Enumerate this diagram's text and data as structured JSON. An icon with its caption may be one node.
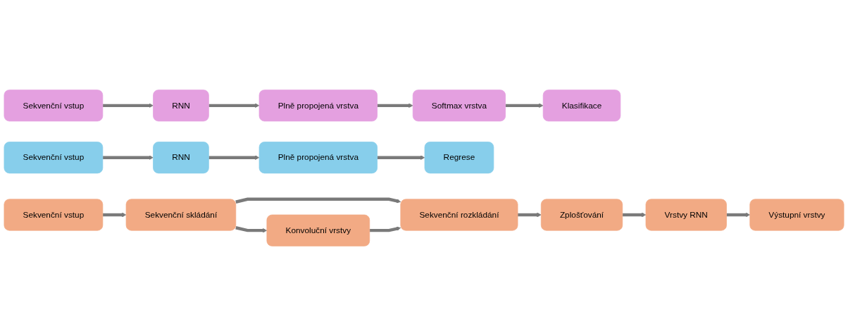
{
  "diagram": {
    "nodes": [
      {
        "text": [
          "Sekvenční vstup"
        ]
      },
      {
        "text": [
          "RNN"
        ]
      },
      {
        "text": [
          "Plně propojená vrstva"
        ]
      },
      {
        "text": [
          "Softmax vrstva"
        ]
      },
      {
        "text": [
          "Klasifikace"
        ]
      },
      {
        "text": [
          "Sekvenční vstup"
        ]
      },
      {
        "text": [
          "RNN"
        ]
      },
      {
        "text": [
          "Plně propojená vrstva"
        ]
      },
      {
        "text": [
          "Regrese"
        ]
      },
      {
        "text": [
          "Sekvenční vstup"
        ]
      },
      {
        "text": [
          "Sekvenční skládání"
        ]
      },
      {
        "text": [
          "Sekvenční rozkládání"
        ]
      },
      {
        "text": [
          "Zplošťování"
        ]
      },
      {
        "text": [
          "Vrstvy RNN"
        ]
      },
      {
        "text": [
          "Výstupní vrstvy"
        ]
      },
      {
        "text": [
          "Konvoluční vrstvy"
        ]
      }
    ],
    "edges": [
      {
        "from": 0,
        "to": 1,
        "arrow": "to"
      },
      {
        "from": 1,
        "to": 2,
        "arrow": "to"
      },
      {
        "from": 2,
        "to": 3,
        "arrow": "to"
      },
      {
        "from": 3,
        "to": 4,
        "arrow": "to"
      },
      {
        "from": 5,
        "to": 6,
        "arrow": "to"
      },
      {
        "from": 6,
        "to": 7,
        "arrow": "to"
      },
      {
        "from": 7,
        "to": 8,
        "arrow": "to"
      },
      {
        "from": 9,
        "to": 10,
        "arrow": "to"
      },
      {
        "from": 10,
        "to": 11,
        "arrow": "to"
      },
      {
        "from": 11,
        "to": 12,
        "arrow": "to"
      },
      {
        "from": 12,
        "to": 13,
        "arrow": "to"
      },
      {
        "from": 13,
        "to": 14,
        "arrow": "to"
      },
      {
        "from": 10,
        "to": 15,
        "arrow": "to"
      },
      {
        "from": 15,
        "to": 11,
        "arrow": "to"
      }
    ]
  }
}
